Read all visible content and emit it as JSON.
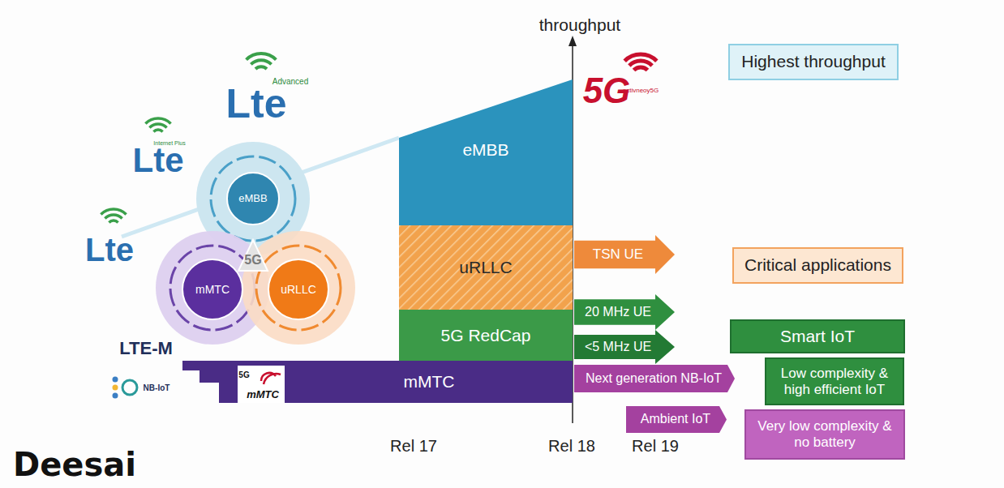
{
  "diagram": {
    "nodes": [
      {
        "text": [
          "eMBB"
        ]
      },
      {
        "text": [
          "mMTC"
        ]
      },
      {
        "text": [
          "uRLLC"
        ]
      },
      {
        "text": [
          "eMBB"
        ]
      },
      {
        "text": [
          "uRLLC"
        ]
      },
      {
        "text": [
          "5G RedCap"
        ]
      },
      {
        "text": [
          "mMTC"
        ]
      },
      {
        "text": [
          "TSN UE"
        ]
      },
      {
        "text": [
          "20 MHz UE"
        ]
      },
      {
        "text": [
          "<5 MHz UE"
        ]
      },
      {
        "text": [
          "Next generation NB-IoT"
        ]
      },
      {
        "text": [
          "Ambient IoT"
        ]
      },
      {
        "text": [
          "Highest throughput"
        ]
      },
      {
        "text": [
          "Critical applications"
        ]
      },
      {
        "text": [
          "Smart IoT"
        ]
      },
      {
        "text": [
          "Low complexity & high efficient IoT"
        ]
      },
      {
        "text": [
          "Very low complexity & no battery"
        ]
      }
    ],
    "labels": [
      "throughput",
      "5G",
      "activneoy5G",
      "Advanced",
      "Lte",
      "Internet Plus",
      "Lte",
      "Lte",
      "LTE-M",
      "NB-IoT",
      "5G",
      "mMTC",
      "5G",
      "Rel 17",
      "Rel 18",
      "Rel 19",
      "Deesai"
    ]
  }
}
